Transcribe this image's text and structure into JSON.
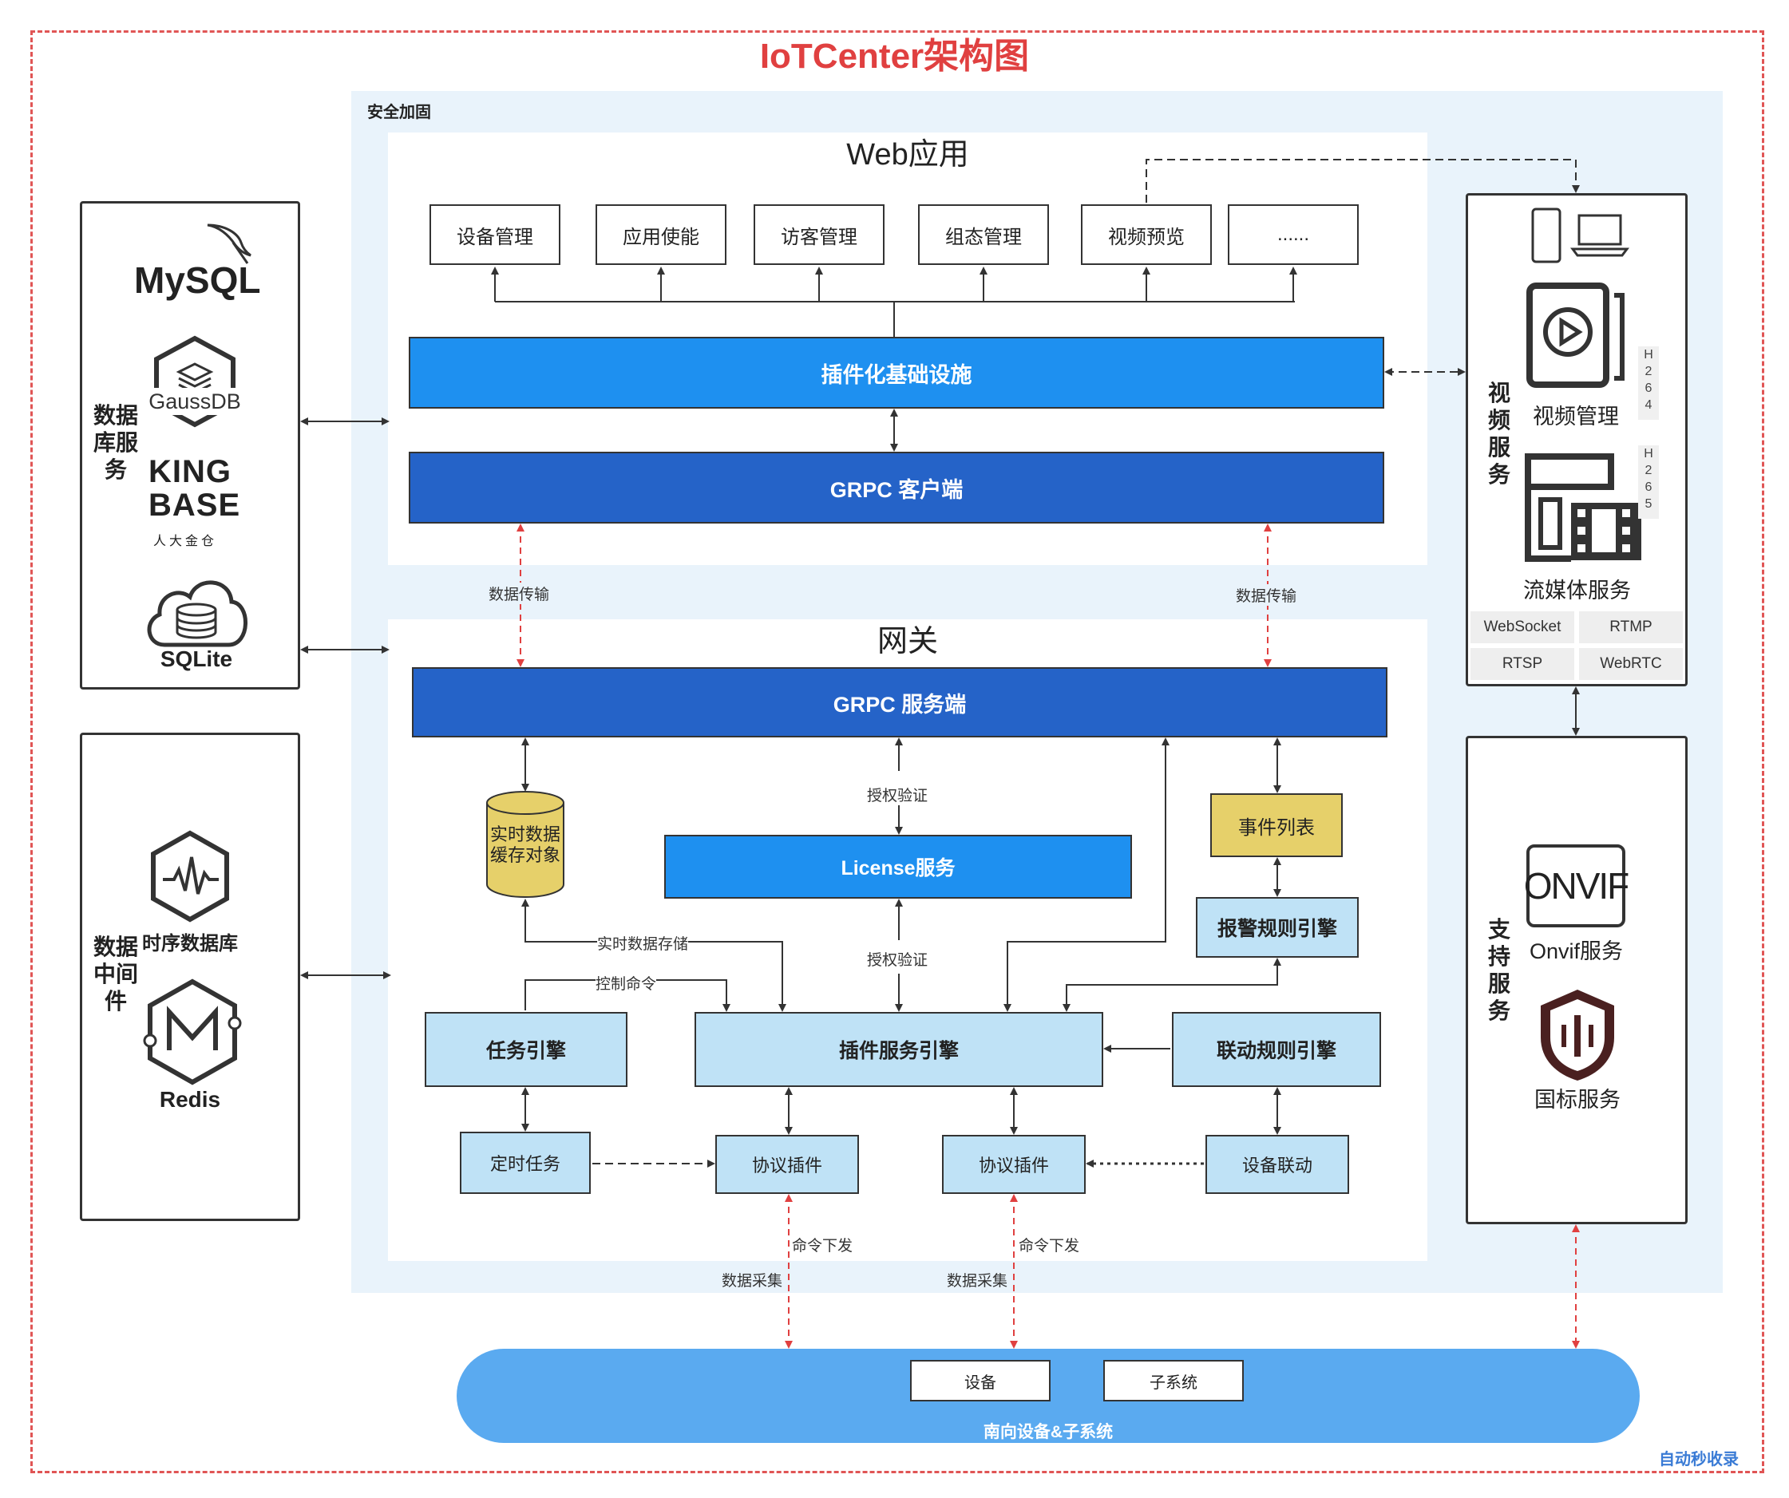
{
  "title": "IoTCenter架构图",
  "security_label": "安全加固",
  "web": {
    "title": "Web应用",
    "modules": [
      "设备管理",
      "应用使能",
      "访客管理",
      "组态管理",
      "视频预览",
      "......"
    ],
    "plugin_infra": "插件化基础设施",
    "grpc_client": "GRPC 客户端"
  },
  "gateway": {
    "title": "网关",
    "grpc_server": "GRPC 服务端",
    "cache": "实时数据缓存对象",
    "license": "License服务",
    "event_list": "事件列表",
    "alarm_engine": "报警规则引擎",
    "task_engine": "任务引擎",
    "plugin_engine": "插件服务引擎",
    "linkage_engine": "联动规则引擎",
    "timed_task": "定时任务",
    "protocol_plugin_1": "协议插件",
    "protocol_plugin_2": "协议插件",
    "device_linkage": "设备联动"
  },
  "edge_labels": {
    "data_transfer_left": "数据传输",
    "data_transfer_right": "数据传输",
    "auth_top": "授权验证",
    "auth_bottom": "授权验证",
    "realtime_storage": "实时数据存储",
    "control_command": "控制命令",
    "cmd_down_1": "命令下发",
    "cmd_down_2": "命令下发",
    "data_collect_1": "数据采集",
    "data_collect_2": "数据采集"
  },
  "db_service": {
    "label": "数据库服务",
    "logos": [
      "MySQL",
      "GaussDB",
      "KING BASE",
      "人大金仓",
      "SQLite"
    ]
  },
  "middleware": {
    "label": "数据中间件",
    "tsdb": "时序数据库",
    "redis": "Redis"
  },
  "video_service": {
    "label": "视频服务",
    "video_mgmt": "视频管理",
    "streaming": "流媒体服务",
    "codec_1": [
      "H",
      "2",
      "6",
      "4"
    ],
    "codec_2": [
      "H",
      "2",
      "6",
      "5"
    ],
    "protocols": [
      "WebSocket",
      "RTMP",
      "RTSP",
      "WebRTC"
    ]
  },
  "support_service": {
    "label": "支持服务",
    "onvif_logo": "ONVIF",
    "onvif": "Onvif服务",
    "gb": "国标服务"
  },
  "south": {
    "device": "设备",
    "subsystem": "子系统",
    "label": "南向设备&子系统"
  },
  "watermark": "自动秒收录"
}
